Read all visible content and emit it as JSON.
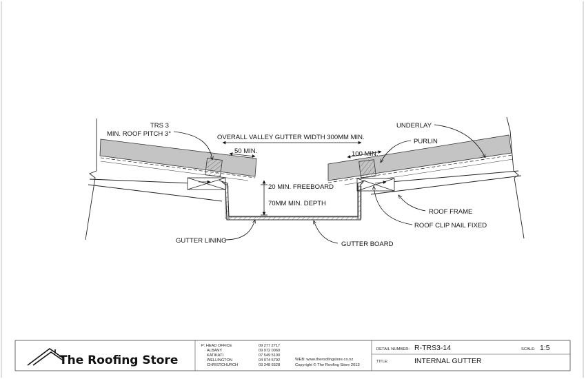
{
  "labels": {
    "trs3": "TRS 3",
    "roof_pitch": "MIN. ROOF PITCH 3°",
    "overall_width": "OVERALL VALLEY GUTTER WIDTH 300MM MIN.",
    "dim_50": "50 MIN.",
    "dim_100": "100 MIN.",
    "underlay": "UNDERLAY",
    "purlin": "PURLIN",
    "freeboard": "20 MIN. FREEBOARD",
    "depth": "70MM MIN. DEPTH",
    "roof_frame": "ROOF FRAME",
    "roof_clip": "ROOF CLIP NAIL FIXED",
    "gutter_lining": "GUTTER LINING",
    "gutter_board": "GUTTER BOARD"
  },
  "title_block": {
    "brand": "The Roofing Store",
    "contacts": [
      {
        "name": "P: HEAD OFFICE",
        "phone": "09 277 2717"
      },
      {
        "name": "ALBANY",
        "phone": "09 972 0060"
      },
      {
        "name": "KATIKATI",
        "phone": "07 549 5100"
      },
      {
        "name": "WELLINGTON",
        "phone": "04 974 5792"
      },
      {
        "name": "CHRISTCHURCH",
        "phone": "03 348 6528"
      }
    ],
    "web": "WEB: www.theroofingstore.co.nz",
    "copyright": "Copyright © The Roofing Store 2013",
    "detail_number_label": "DETAIL NUMBER:",
    "detail_number": "R-TRS3-14",
    "scale_label": "SCALE:",
    "scale": "1:5",
    "title_label": "TITLE:",
    "title": "INTERNAL GUTTER"
  }
}
